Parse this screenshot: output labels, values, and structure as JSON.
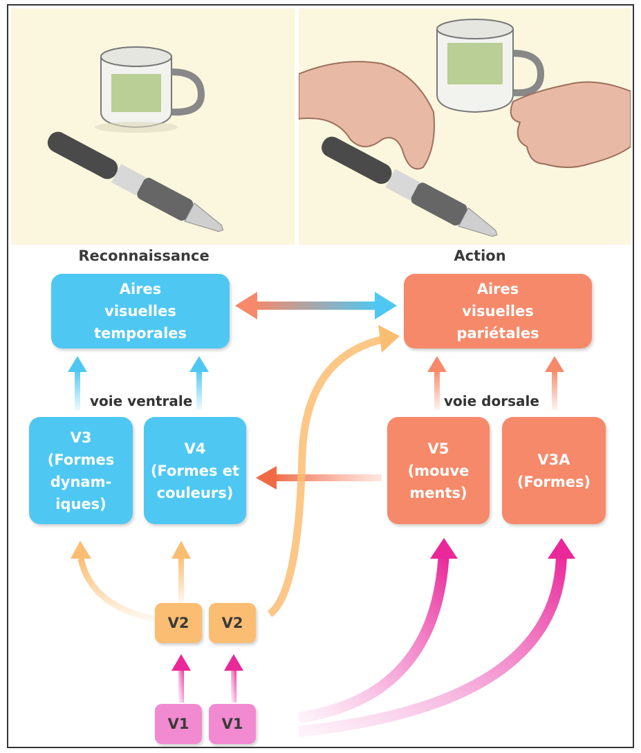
{
  "headings": {
    "left": "Reconnaissance",
    "right": "Action"
  },
  "boxes": {
    "temporal": "Aires\nvisuelles\ntemporales",
    "parietal": "Aires\nvisuelles\npariétales",
    "v3": "V3\n(Formes\ndynam-\niques)",
    "v4": "V4\n(Formes et\ncouleurs)",
    "v5": "V5\n(mouve\nments)",
    "v3a": "V3A\n(Formes)",
    "v2_left": "V2",
    "v2_right": "V2",
    "v1_left": "V1",
    "v1_right": "V1"
  },
  "path_labels": {
    "ventral": "voie ventrale",
    "dorsal": "voie dorsale"
  },
  "colors": {
    "ventral_blue": "#4ec8f2",
    "dorsal_salmon": "#f6896a",
    "v2_orange": "#fbbd72",
    "v1_pink": "#f18ad0",
    "panel_bg": "#fbf6de"
  },
  "illustrations": {
    "left": [
      "mug-icon",
      "pen-icon"
    ],
    "right": [
      "mug-icon",
      "pen-icon",
      "hand-icon",
      "hand-icon"
    ]
  }
}
